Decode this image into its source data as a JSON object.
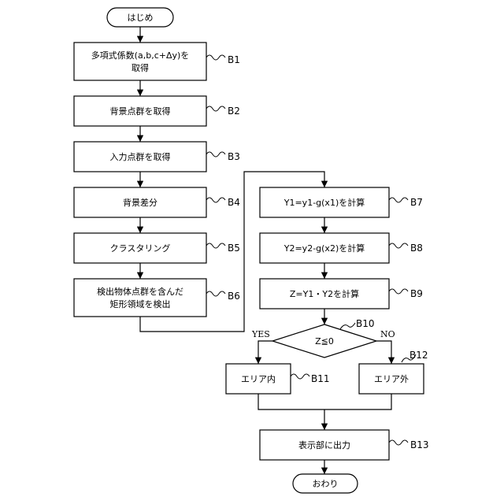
{
  "steps": {
    "start": "はじめ",
    "b1_line1": "多項式係数(a,b,c+Δy)を",
    "b1_line2": "取得",
    "b2": "背景点群を取得",
    "b3": "入力点群を取得",
    "b4": "背景差分",
    "b5": "クラスタリング",
    "b6_line1": "検出物体点群を含んだ",
    "b6_line2": "矩形領域を検出",
    "b7": "Y1=y1-g(x1)を計算",
    "b8": "Y2=y2-g(x2)を計算",
    "b9": "Z=Y1・Y2を計算",
    "b10": "Z≦0",
    "b11": "エリア内",
    "b12": "エリア外",
    "b13": "表示部に出力",
    "end": "おわり"
  },
  "branches": {
    "yes": "YES",
    "no": "NO"
  },
  "refs": {
    "b1": "B1",
    "b2": "B2",
    "b3": "B3",
    "b4": "B4",
    "b5": "B5",
    "b6": "B6",
    "b7": "B7",
    "b8": "B8",
    "b9": "B9",
    "b10": "B10",
    "b11": "B11",
    "b12": "B12",
    "b13": "B13"
  }
}
